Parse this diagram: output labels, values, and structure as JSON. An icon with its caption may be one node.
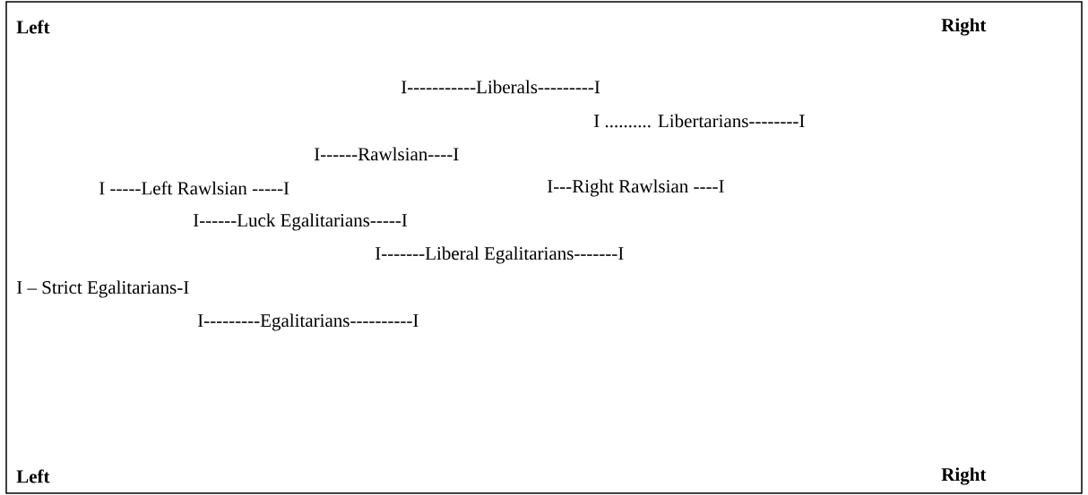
{
  "diagram": {
    "labels": [
      "**Left**",
      "**Right**",
      "I-----------Liberals---------I",
      "I .......... Libertarians--------I",
      "I------Rawlsian----I",
      "I -----Left Rawlsian -----I",
      "I---Right Rawlsian ----I",
      "I------Luck Egalitarians-----I",
      "I-------Liberal Egalitarians-------I",
      "I – Strict Egalitarians-I",
      "I---------Egalitarians----------I",
      "**Left**",
      "**Right**"
    ]
  }
}
